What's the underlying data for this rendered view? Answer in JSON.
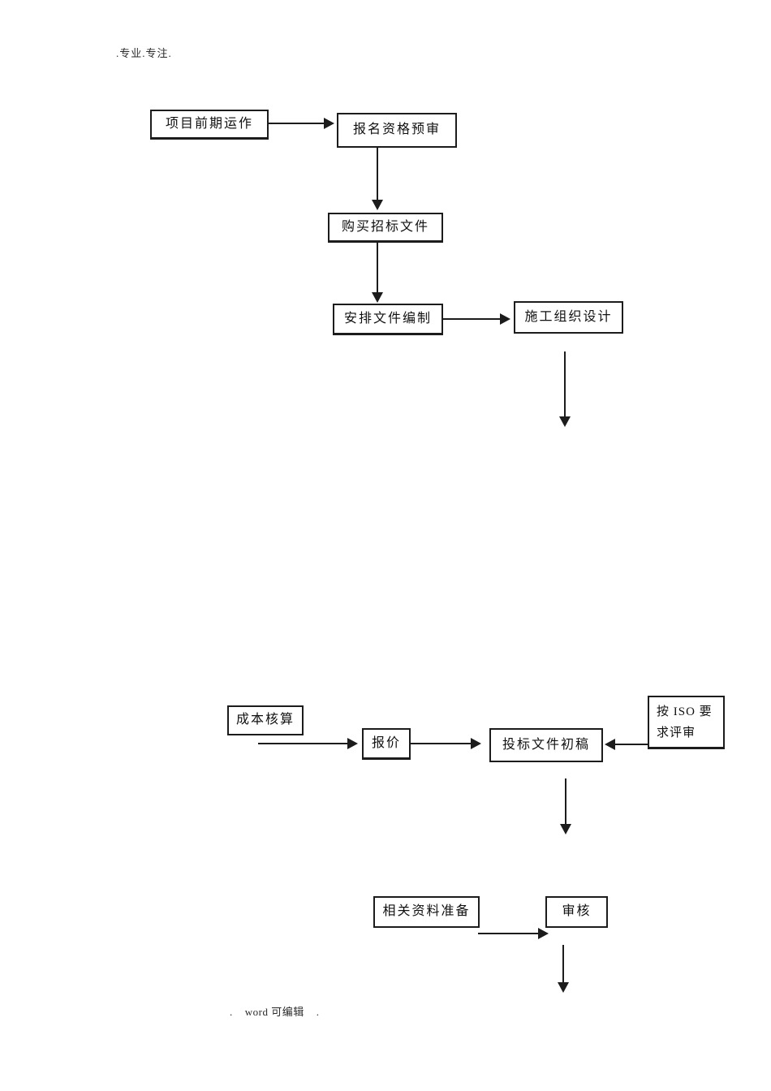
{
  "page": {
    "header_note": ".专业.专注.",
    "footer_note": ".    word 可编辑    ."
  },
  "flowchart": {
    "nodes": {
      "project_preliminary": "项目前期运作",
      "registration_prequalification": "报名资格预审",
      "purchase_bidding_documents": "购买招标文件",
      "arrange_document_compilation": "安排文件编制",
      "construction_organization_design": "施工组织设计",
      "cost_accounting": "成本核算",
      "quotation": "报价",
      "bid_document_draft": "投标文件初稿",
      "iso_review": "按 ISO 要求评审",
      "related_materials_preparation": "相关资料准备",
      "review": "审核"
    },
    "edges": [
      {
        "from": "项目前期运作",
        "to": "报名资格预审"
      },
      {
        "from": "报名资格预审",
        "to": "购买招标文件"
      },
      {
        "from": "购买招标文件",
        "to": "安排文件编制"
      },
      {
        "from": "安排文件编制",
        "to": "施工组织设计"
      },
      {
        "from": "施工组织设计",
        "to": null
      },
      {
        "from": "成本核算",
        "to": "报价"
      },
      {
        "from": "报价",
        "to": "投标文件初稿"
      },
      {
        "from": "按 ISO 要求评审",
        "to": "投标文件初稿"
      },
      {
        "from": "投标文件初稿",
        "to": null
      },
      {
        "from": "相关资料准备",
        "to": "审核"
      },
      {
        "from": "审核",
        "to": null
      }
    ]
  }
}
